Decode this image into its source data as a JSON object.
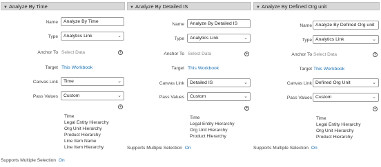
{
  "labels": {
    "name": "Name",
    "type": "Type",
    "anchor_to": "Anchor To",
    "target": "Target",
    "canvas_link": "Canvas Link",
    "pass_values": "Pass Values",
    "supports_multiple_selection": "Supports Multiple Selection"
  },
  "panels": [
    {
      "header": "Analyze By Time",
      "name_value": "Analyze By Time",
      "type_value": "Analytics Link",
      "anchor_placeholder": "Select Data",
      "target_value": "This Workbook",
      "canvas_link_value": "Time",
      "pass_values_value": "Custom",
      "columns": [
        "Time",
        "Legal Entity Hierarchy",
        "Org Unit Hierarchy",
        "Product Hierarchy",
        "Line Item Name",
        "Line Item Hierarchy"
      ],
      "supports_multiple_value": "On"
    },
    {
      "header": "Analyze By Detailed IS",
      "name_value": "Analyze By Detailed IS",
      "type_value": "Analytics Link",
      "anchor_placeholder": "Select Data",
      "target_value": "This Workbook",
      "canvas_link_value": "Detailed IS",
      "pass_values_value": "Custom",
      "columns": [
        "Time",
        "Legal Entity Hierarchy",
        "Org Unit Hierarchy",
        "Product Hierarchy"
      ],
      "supports_multiple_value": "On"
    },
    {
      "header": "Analyze By Defined Org unit",
      "name_value": "Analyze By Defined Org unit",
      "type_value": "Analytics Link",
      "anchor_placeholder": "Select Data",
      "target_value": "This Workbook",
      "canvas_link_value": "Defined Org Unit",
      "pass_values_value": "Custom",
      "columns": [
        "Time",
        "Legal Entity Hierarchy",
        "Org Unit Hierarchy",
        "Product Hierarchy"
      ],
      "supports_multiple_value": "On"
    }
  ]
}
